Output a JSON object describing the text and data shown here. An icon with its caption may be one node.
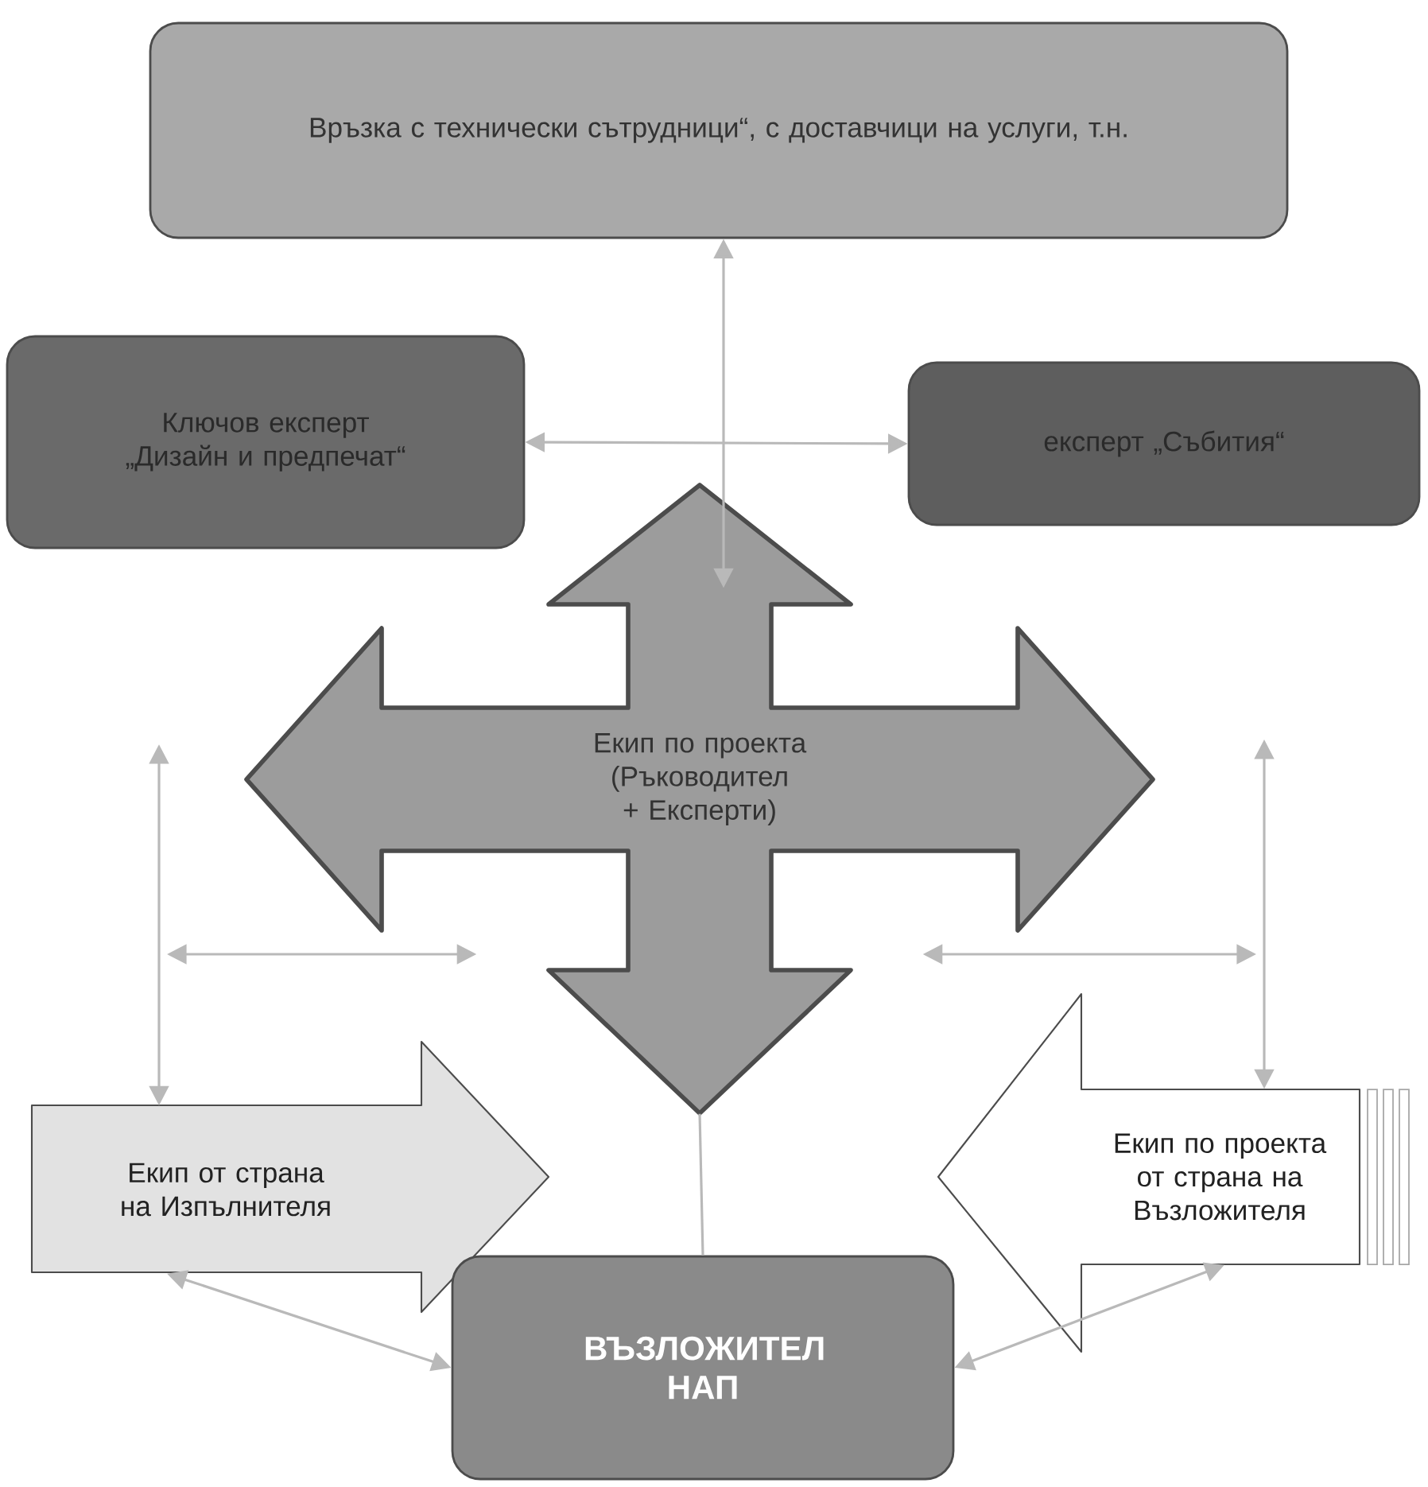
{
  "diagram": {
    "nodes": [
      {
        "text": [
          "Връзка с технически сътрудници“, с доставчици на услуги, т.н."
        ]
      },
      {
        "text": [
          "Ключов експерт „Дизайн и предпечат“"
        ]
      },
      {
        "text": [
          "експерт „Събития“"
        ]
      },
      {
        "text": [
          "Екип по проекта (Ръководител + Експерти)"
        ]
      },
      {
        "text": [
          "Екип от страна на Изпълнителя"
        ]
      },
      {
        "text": [
          "Екип по проекта от страна на Възложителя"
        ]
      },
      {
        "text": [
          "ВЪЗЛОЖИТЕЛ НАП"
        ]
      }
    ],
    "edges": [
      {
        "from": 0,
        "to": 3,
        "arrow": "both"
      },
      {
        "from": 1,
        "to": 2,
        "arrow": "both"
      },
      {
        "from": null,
        "to": 4,
        "arrow": "both"
      },
      {
        "from": null,
        "to": 3,
        "arrow": "both"
      },
      {
        "from": null,
        "to": 5,
        "arrow": "both"
      },
      {
        "from": 3,
        "to": null,
        "arrow": "both"
      },
      {
        "from": 3,
        "to": 6,
        "arrow": "none"
      },
      {
        "from": 4,
        "to": 6,
        "arrow": "both"
      },
      {
        "from": 5,
        "to": 6,
        "arrow": "both"
      }
    ]
  }
}
